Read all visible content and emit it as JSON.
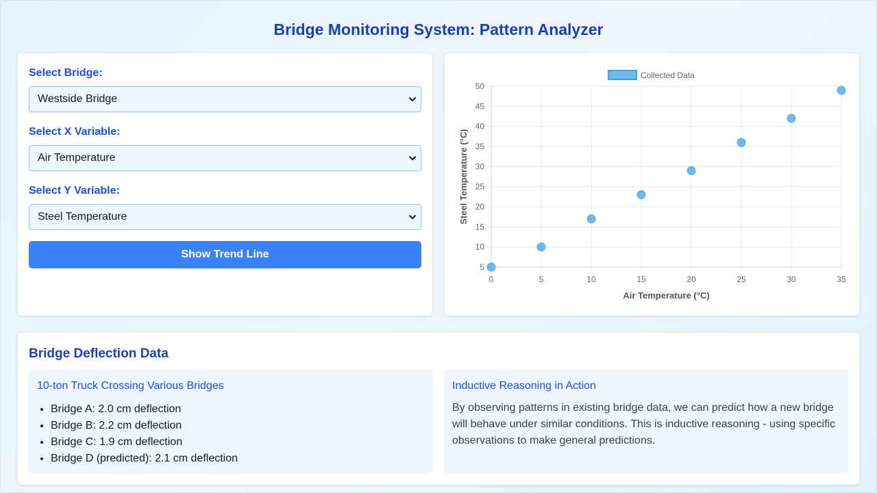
{
  "app": {
    "title": "Bridge Monitoring System: Pattern Analyzer"
  },
  "controls": {
    "bridge_label": "Select Bridge:",
    "bridge_value": "Westside Bridge",
    "x_label": "Select X Variable:",
    "x_value": "Air Temperature",
    "y_label": "Select Y Variable:",
    "y_value": "Steel Temperature",
    "trend_button": "Show Trend Line"
  },
  "chart_data": {
    "type": "scatter",
    "title": "",
    "xlabel": "Air Temperature (°C)",
    "ylabel": "Steel Temperature (°C)",
    "xlim": [
      0,
      35
    ],
    "ylim": [
      5,
      50
    ],
    "x_ticks": [
      "0",
      "5",
      "10",
      "15",
      "20",
      "25",
      "30",
      "35"
    ],
    "y_ticks": [
      "5",
      "10",
      "15",
      "20",
      "25",
      "30",
      "35",
      "40",
      "45",
      "50"
    ],
    "grid": true,
    "legend_position": "top",
    "series": [
      {
        "name": "Collected Data",
        "color": "#6db8ec",
        "points": [
          {
            "x": 0,
            "y": 5
          },
          {
            "x": 5,
            "y": 10
          },
          {
            "x": 10,
            "y": 17
          },
          {
            "x": 15,
            "y": 23
          },
          {
            "x": 20,
            "y": 29
          },
          {
            "x": 25,
            "y": 36
          },
          {
            "x": 30,
            "y": 42
          },
          {
            "x": 35,
            "y": 49
          }
        ]
      }
    ]
  },
  "deflection": {
    "title": "Bridge Deflection Data",
    "truck_title": "10-ton Truck Crossing Various Bridges",
    "items": [
      "Bridge A: 2.0 cm deflection",
      "Bridge B: 2.2 cm deflection",
      "Bridge C: 1.9 cm deflection",
      "Bridge D (predicted): 2.1 cm deflection"
    ],
    "reasoning_title": "Inductive Reasoning in Action",
    "reasoning_text": "By observing patterns in existing bridge data, we can predict how a new bridge will behave under similar conditions. This is inductive reasoning - using specific observations to make general predictions."
  },
  "colors": {
    "accent": "#3b82f6",
    "heading": "#1e40af",
    "point": "#6db8ec"
  }
}
